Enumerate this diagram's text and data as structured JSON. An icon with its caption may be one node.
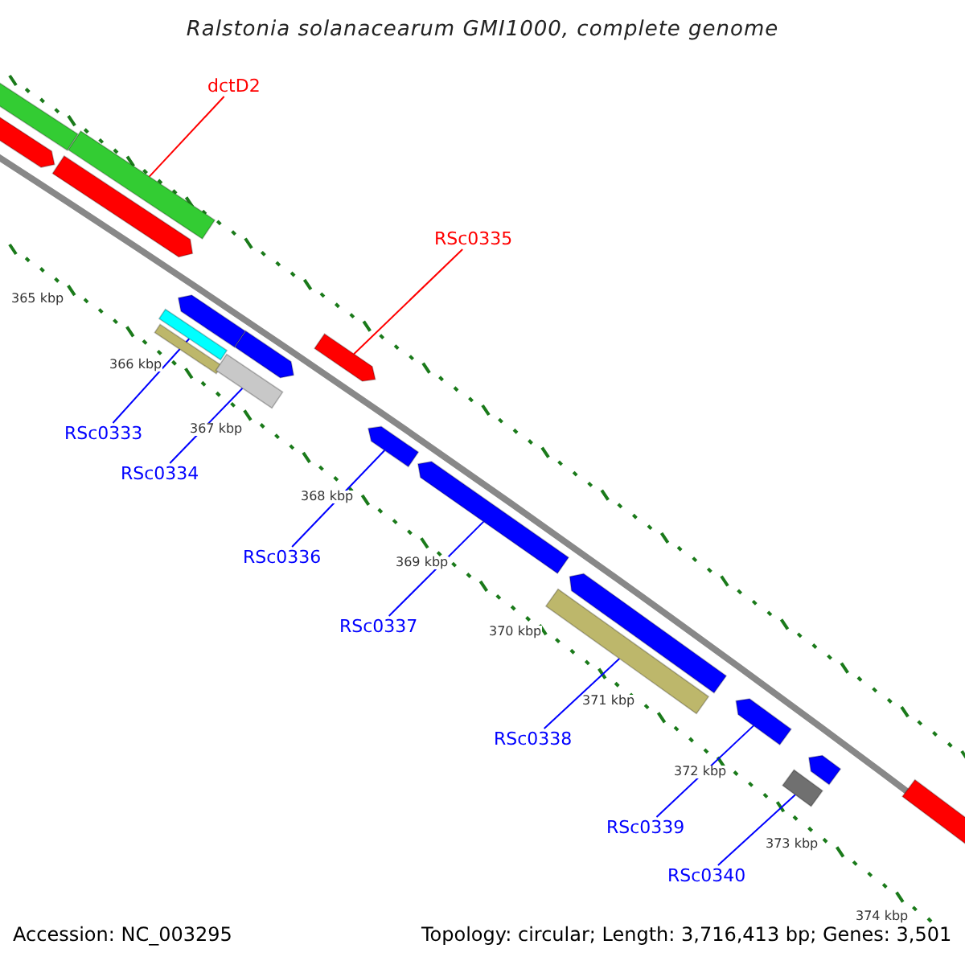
{
  "diagram": {
    "title": "Ralstonia solanacearum GMI1000, complete genome",
    "nodes": [
      {
        "text": [
          "dctD2"
        ]
      },
      {
        "text": [
          "RSc0335"
        ]
      },
      {
        "text": [
          "RSc0333"
        ]
      },
      {
        "text": [
          "RSc0334"
        ]
      },
      {
        "text": [
          "RSc0336"
        ]
      },
      {
        "text": [
          "RSc0337"
        ]
      },
      {
        "text": [
          "RSc0338"
        ]
      },
      {
        "text": [
          "RSc0339"
        ]
      },
      {
        "text": [
          "RSc0340"
        ]
      },
      {
        "text": [],
        "shape": "bar"
      },
      {
        "text": [],
        "shape": "bar"
      },
      {
        "text": [],
        "shape": "bar"
      },
      {
        "text": [],
        "shape": "bar"
      },
      {
        "text": [],
        "shape": "bar"
      },
      {
        "text": [],
        "shape": "bar"
      },
      {
        "text": [],
        "shape": "bar"
      },
      {
        "text": [],
        "shape": "bar"
      },
      {
        "text": [],
        "shape": "bar"
      },
      {
        "text": [],
        "shape": "bar"
      },
      {
        "text": [],
        "shape": "bar"
      },
      {
        "text": [],
        "shape": "bar"
      },
      {
        "text": [],
        "shape": "bar"
      },
      {
        "text": [],
        "shape": "bar"
      },
      {
        "text": [],
        "shape": "bar"
      },
      {
        "text": [],
        "shape": "bar"
      },
      {
        "text": [],
        "shape": "bar"
      },
      {
        "text": [],
        "shape": "bar"
      }
    ],
    "edges": [
      {
        "from": 0,
        "to": 10,
        "arrow": "none",
        "color": "#ff0000"
      },
      {
        "from": 1,
        "to": 13,
        "arrow": "none",
        "color": "#ff0000"
      },
      {
        "from": 2,
        "to": 15,
        "arrow": "none"
      },
      {
        "from": 3,
        "to": 18,
        "arrow": "none"
      },
      {
        "from": 4,
        "to": 19,
        "arrow": "none"
      },
      {
        "from": 5,
        "to": 20,
        "arrow": "none"
      },
      {
        "from": 6,
        "to": 22,
        "arrow": "none"
      },
      {
        "from": 7,
        "to": 23,
        "arrow": "none"
      },
      {
        "from": 8,
        "to": 25,
        "arrow": "none"
      }
    ],
    "labels": [
      "365 kbp",
      "366 kbp",
      "367 kbp",
      "368 kbp",
      "369 kbp",
      "370 kbp",
      "371 kbp",
      "372 kbp",
      "373 kbp",
      "374 kbp",
      "Accession: NC_003295",
      "Topology: circular; Length: 3,716,413 bp; Genes: 3,501"
    ]
  }
}
